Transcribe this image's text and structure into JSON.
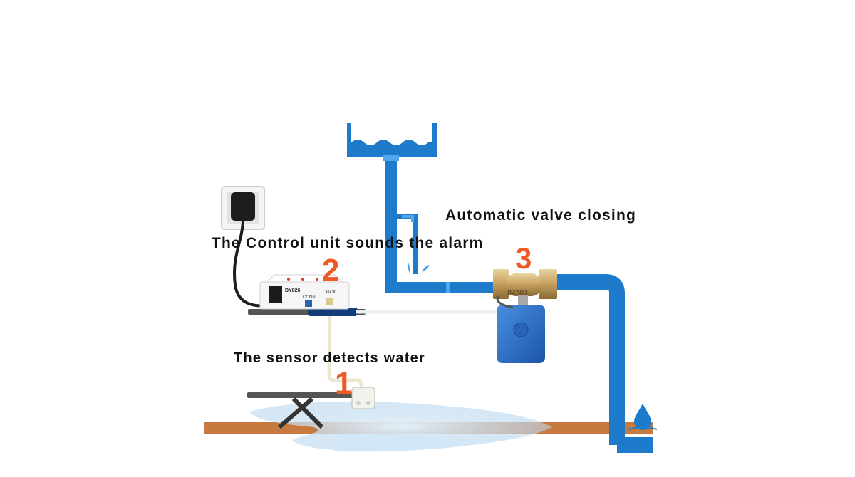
{
  "labels": {
    "valve": "Automatic valve closing",
    "control": "The Control unit sounds the alarm",
    "sensor": "The sensor detects water"
  },
  "steps": {
    "one": "1",
    "two": "2",
    "three": "3"
  },
  "device_text": {
    "brand": "DY826",
    "conn": "CONN",
    "jack": "JACK",
    "valve_mark": "DN20"
  },
  "colors": {
    "pipe": "#1e7bcc",
    "pipe_light": "#4fa6e8",
    "floor": "#c77a3f",
    "step_number": "#ee5a24",
    "water": "#cfe4f4",
    "valve_brass": "#c9a463",
    "actuator": "#2b6fc8"
  }
}
